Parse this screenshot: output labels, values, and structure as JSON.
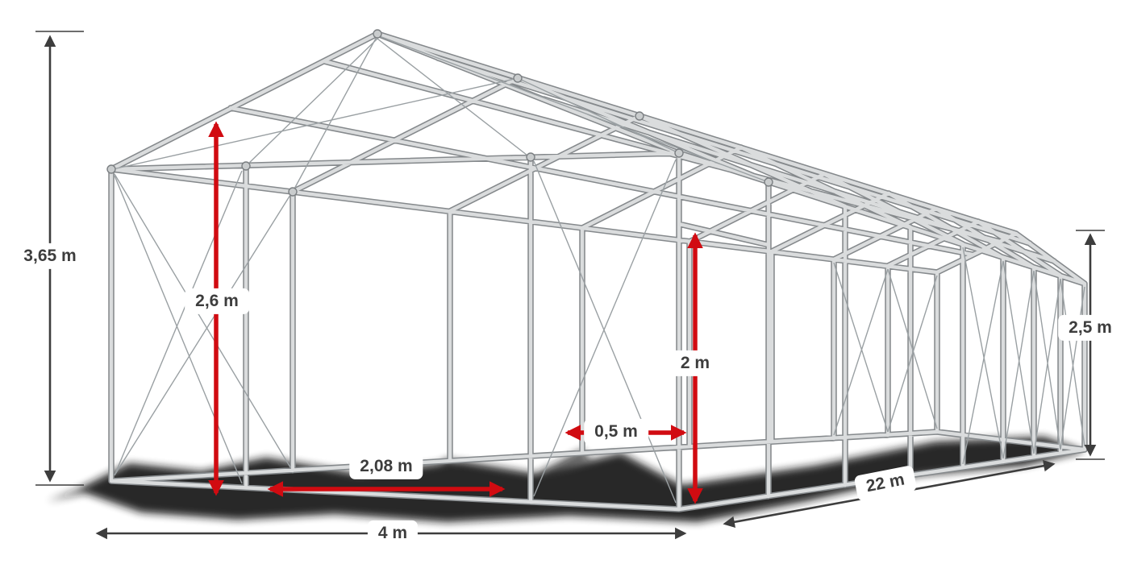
{
  "dimensions": {
    "total_height": "3,65 m",
    "ridge_clearance": "2,6 m",
    "side_height": "2,5 m",
    "door_height": "2 m",
    "post_offset": "0,5 m",
    "door_width": "2,08 m",
    "width": "4 m",
    "length": "22 m"
  },
  "colors": {
    "dimension_red": "#d10b11",
    "dimension_dark": "#3d3d3d",
    "frame_light": "#dadcdd",
    "frame_dark": "#85898c",
    "background": "#ffffff"
  }
}
